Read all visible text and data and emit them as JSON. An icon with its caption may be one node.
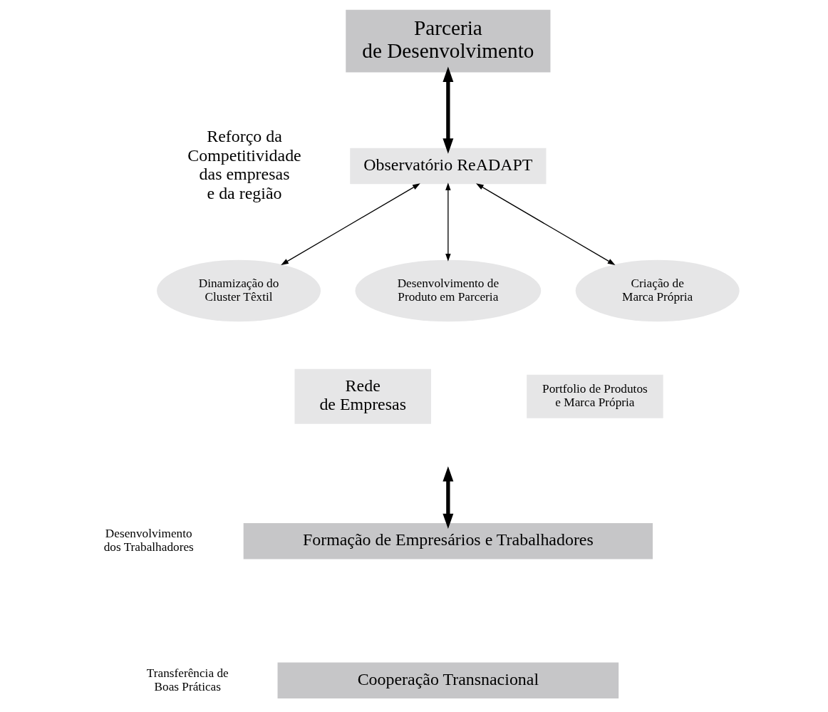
{
  "diagram": {
    "nodes": [
      {
        "text": [
          "Parceria de Desenvolvimento"
        ]
      },
      {
        "text": [
          "Observatório ReADAPT"
        ]
      },
      {
        "text": [
          "Dinamização do Cluster Têxtil"
        ]
      },
      {
        "text": [
          "Desenvolvimento de Produto em Parceria"
        ]
      },
      {
        "text": [
          "Criação de Marca Própria"
        ]
      },
      {
        "text": [
          "Rede de Empresas"
        ]
      },
      {
        "text": [
          "Portfolio de Produtos e Marca Própria"
        ]
      },
      {
        "text": [
          "Formação de Empresários e Trabalhadores"
        ]
      },
      {
        "text": [
          "Cooperação Transnacional"
        ]
      }
    ],
    "edges": [
      {
        "from": 0,
        "to": 1,
        "arrow": "both",
        "style": "thick"
      },
      {
        "from": 1,
        "to": 2,
        "arrow": "both"
      },
      {
        "from": 1,
        "to": 3,
        "arrow": "both"
      },
      {
        "from": 1,
        "to": 4,
        "arrow": "both"
      },
      {
        "from": null,
        "to": 7,
        "arrow": "both",
        "style": "thick"
      }
    ],
    "labels": [
      "Reforço da Competitividade das empresas e da região",
      "Desenvolvimento dos Trabalhadores",
      "Transferência de Boas Práticas"
    ]
  }
}
